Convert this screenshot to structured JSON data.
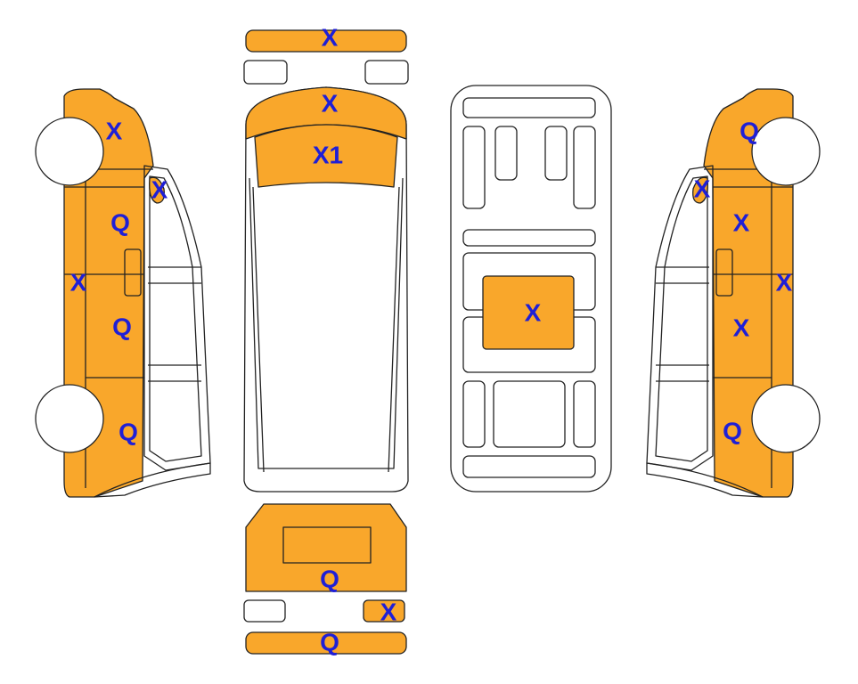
{
  "colors": {
    "damage_fill": "#f9a72b",
    "label": "#1f1fd6",
    "outline": "#222222",
    "background": "#ffffff"
  },
  "labels": {
    "front_bumper": "X",
    "bonnet_lower": "X",
    "bonnet_upper": "X1",
    "roof": "X",
    "rear_panel": "Q",
    "rear_light_right": "X",
    "rear_bumper": "Q",
    "left_front_wing": "X",
    "left_a_pillar": "X",
    "left_front_door": "Q",
    "left_sill": "X",
    "left_rear_door": "Q",
    "left_rear_quarter": "Q",
    "right_front_wing": "Q",
    "right_a_pillar": "X",
    "right_front_door": "X",
    "right_sill": "X",
    "right_rear_door": "X",
    "right_rear_quarter": "Q"
  }
}
